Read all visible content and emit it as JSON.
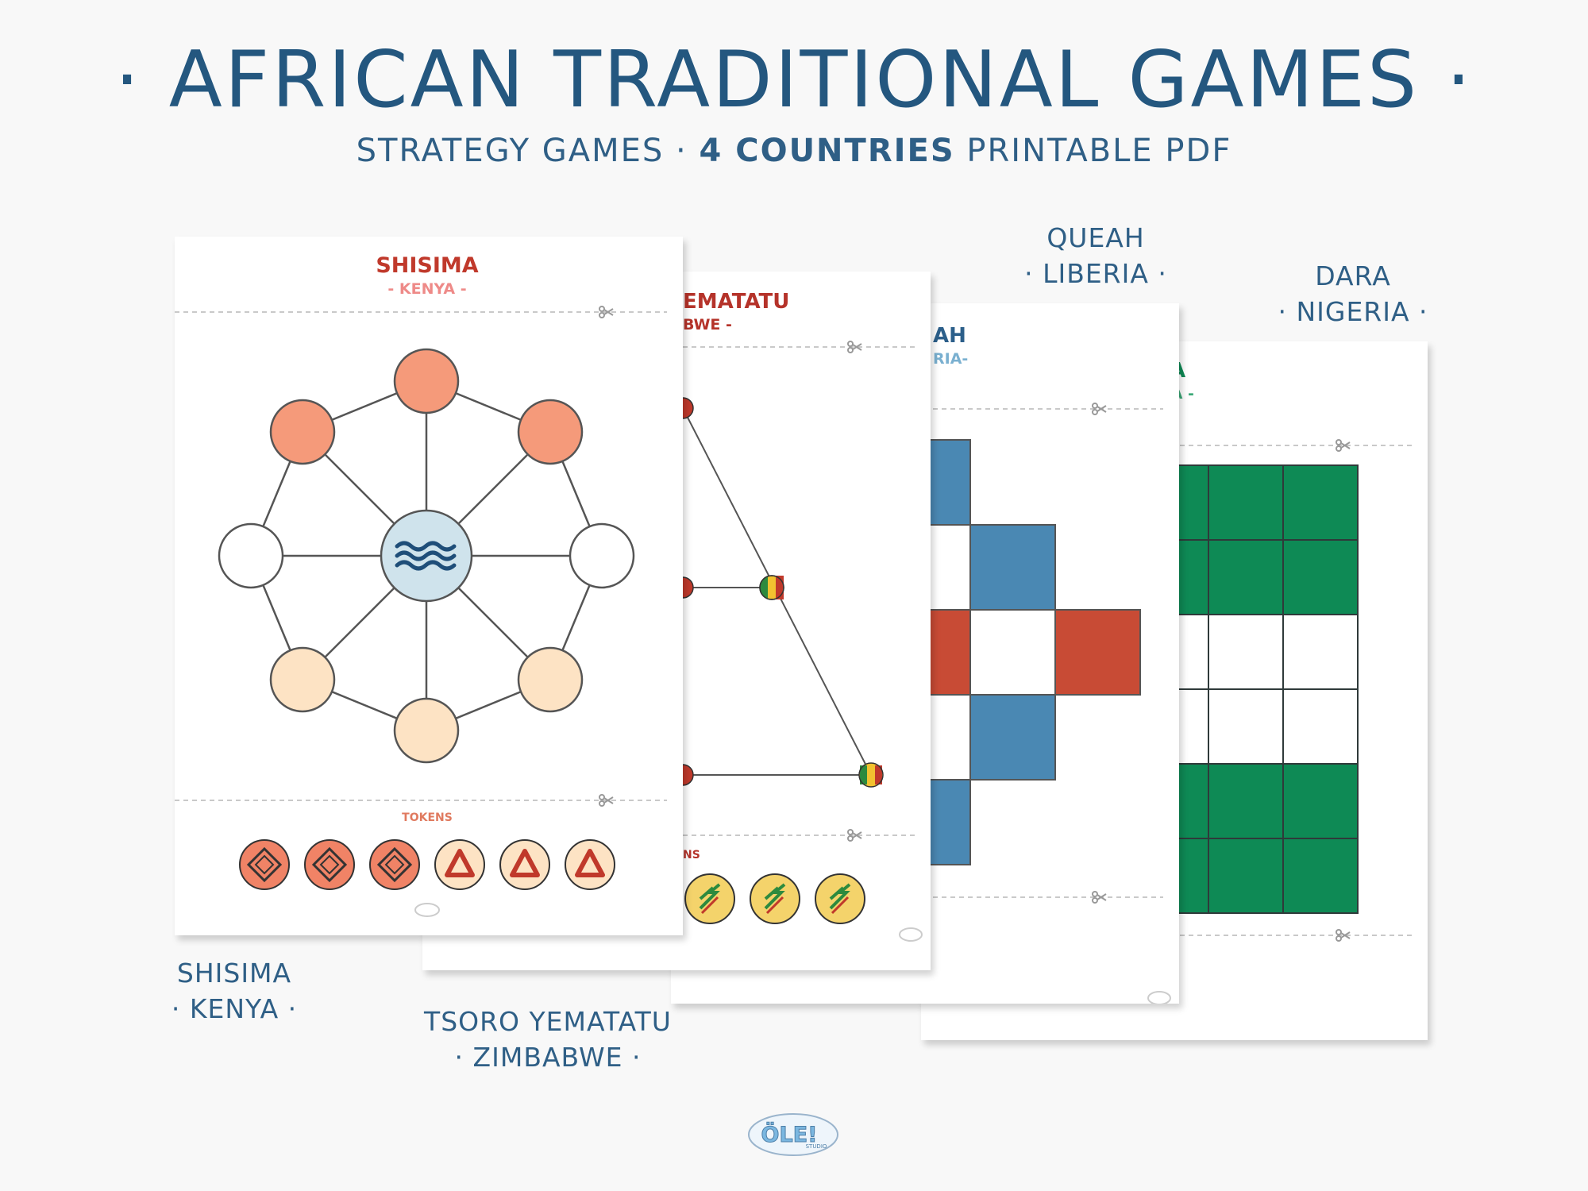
{
  "header": {
    "title": "· AFRICAN TRADITIONAL GAMES ·",
    "subtitle_part1": "STRATEGY GAMES · ",
    "subtitle_bold": "4 COUNTRIES",
    "subtitle_part2": " PRINTABLE PDF"
  },
  "sheets": {
    "shisima": {
      "title": "SHISIMA",
      "subtitle": "- KENYA -",
      "tokens_label": "TOKENS"
    },
    "tsoro": {
      "title_visible": "EMATATU",
      "subtitle_visible": "BWE -",
      "tokens_label_visible": "NS"
    },
    "queah": {
      "title_visible": "AH",
      "subtitle_visible": "RIA-"
    },
    "dara": {
      "title_visible": "RA",
      "subtitle_visible": "RIA -"
    }
  },
  "labels": {
    "shisima": {
      "line1": "SHISIMA",
      "line2": "· KENYA ·"
    },
    "tsoro": {
      "line1": "TSORO YEMATATU",
      "line2": "· ZIMBABWE ·"
    },
    "queah": {
      "line1": "QUEAH",
      "line2": "· LIBERIA ·"
    },
    "dara": {
      "line1": "DARA",
      "line2": "· NIGERIA ·"
    }
  },
  "logo": {
    "text": "ÖLE!",
    "small": "STUDIO"
  },
  "colors": {
    "title": "#24577f",
    "shisima_red": "#c0392b",
    "shisima_pink": "#ee8a88",
    "salmon": "#f59a7a",
    "cream": "#fde3c4",
    "water": "#cfe3ec",
    "queah_blue": "#4a88b3",
    "queah_red": "#c84b35",
    "dara_green": "#0e8a55",
    "zimbabwe_yellow": "#f4d36b"
  },
  "icons": [
    "scissors-icon",
    "water-waves-icon",
    "diamond-token-icon",
    "triangle-token-icon",
    "bird-token-icon",
    "ole-logo-icon"
  ]
}
